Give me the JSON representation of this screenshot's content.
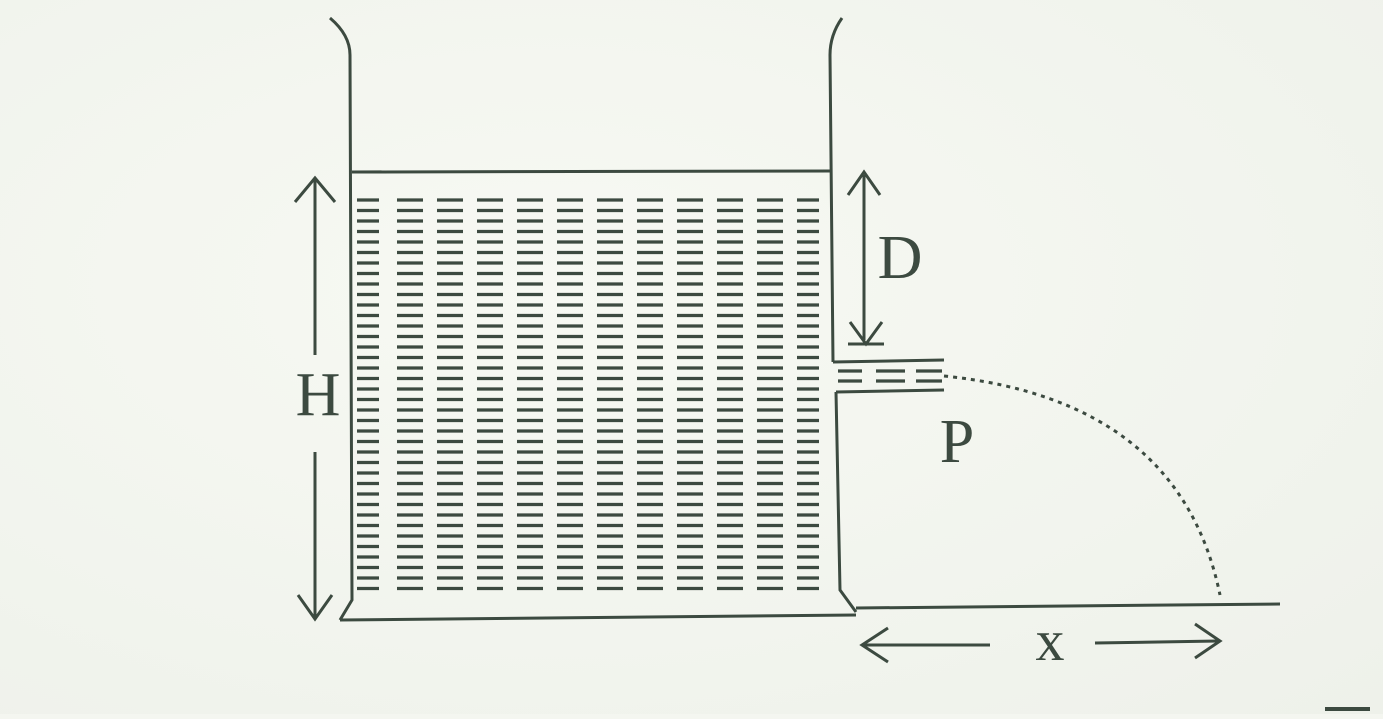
{
  "labels": {
    "height_total": "H",
    "depth_hole": "D",
    "point": "P",
    "range": "x"
  },
  "colors": {
    "ink": "#3c4a40",
    "background": "#f4f6f0"
  }
}
